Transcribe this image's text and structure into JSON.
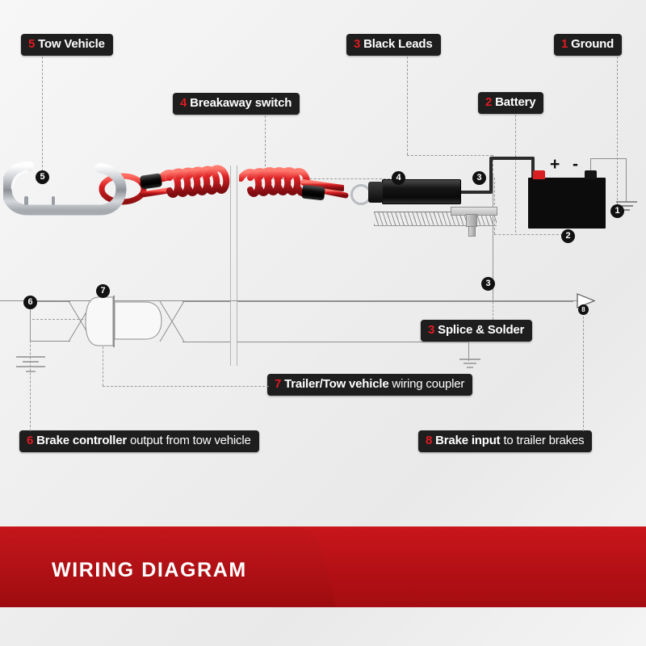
{
  "banner": {
    "title": "WIRING DIAGRAM",
    "red_color": "#b31015",
    "black_color": "#1b1b1b"
  },
  "colors": {
    "accent_red": "#e01b22",
    "label_bg": "#1e1e1e",
    "wire_gray": "#8e8e8e",
    "lead_black": "#2b2b2b",
    "cable_red": "#d81f22",
    "metal_silver": "#b9bcc0",
    "background": "#eeeeee"
  },
  "labels": [
    {
      "id": "tow-vehicle",
      "num": "5",
      "bold": "Tow Vehicle",
      "rest": ""
    },
    {
      "id": "breakaway",
      "num": "4",
      "bold": "Breakaway switch",
      "rest": ""
    },
    {
      "id": "black-leads",
      "num": "3",
      "bold": "Black Leads",
      "rest": ""
    },
    {
      "id": "battery",
      "num": "2",
      "bold": "Battery",
      "rest": ""
    },
    {
      "id": "ground",
      "num": "1",
      "bold": "Ground",
      "rest": ""
    },
    {
      "id": "splice-solder",
      "num": "3",
      "bold": "Splice & Solder",
      "rest": ""
    },
    {
      "id": "coupler",
      "num": "7",
      "bold": "Trailer/Tow vehicle",
      "rest": " wiring coupler"
    },
    {
      "id": "brake-ctrl",
      "num": "6",
      "bold": "Brake controller",
      "rest": " output from tow vehicle"
    },
    {
      "id": "brake-input",
      "num": "8",
      "bold": "Brake input",
      "rest": " to trailer brakes"
    }
  ],
  "badges": [
    {
      "id": "badge-5",
      "num": "5"
    },
    {
      "id": "badge-4",
      "num": "4"
    },
    {
      "id": "badge-3a",
      "num": "3"
    },
    {
      "id": "badge-3b",
      "num": "3"
    },
    {
      "id": "badge-2",
      "num": "2"
    },
    {
      "id": "badge-1",
      "num": "1"
    },
    {
      "id": "badge-6",
      "num": "6"
    },
    {
      "id": "badge-7",
      "num": "7"
    },
    {
      "id": "badge-8",
      "num": "8"
    }
  ],
  "battery": {
    "positive_symbol": "+",
    "negative_symbol": "-",
    "positive_terminal_color": "#d81f22",
    "negative_terminal_color": "#1a1a1a"
  }
}
